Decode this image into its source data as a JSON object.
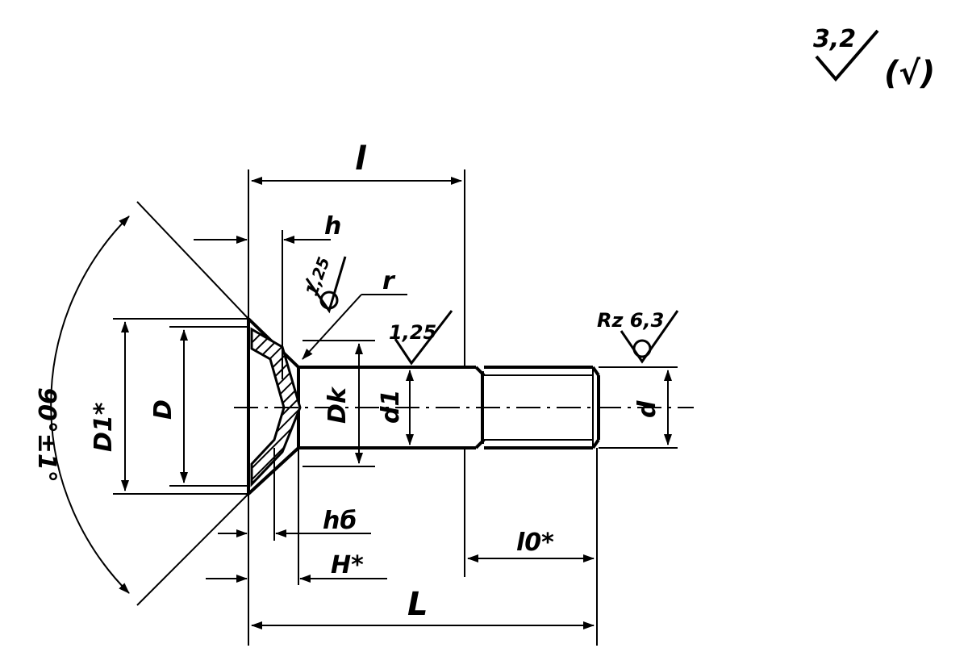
{
  "general_roughness": {
    "value": "3,2",
    "bracket": "(√)"
  },
  "labels": {
    "l": "l",
    "h": "h",
    "r": "r",
    "roughness_head": "1,25",
    "roughness_shank": "1,25",
    "roughness_thread": "Rz 6,3",
    "D1": "D1*",
    "D": "D",
    "Dk": "Dk",
    "d1": "d1",
    "d": "d",
    "hb": "hб",
    "H": "H*",
    "l0": "l0*",
    "L": "L",
    "angle": "90°±1°"
  },
  "colors": {
    "ink": "#000000",
    "paper": "#ffffff"
  }
}
